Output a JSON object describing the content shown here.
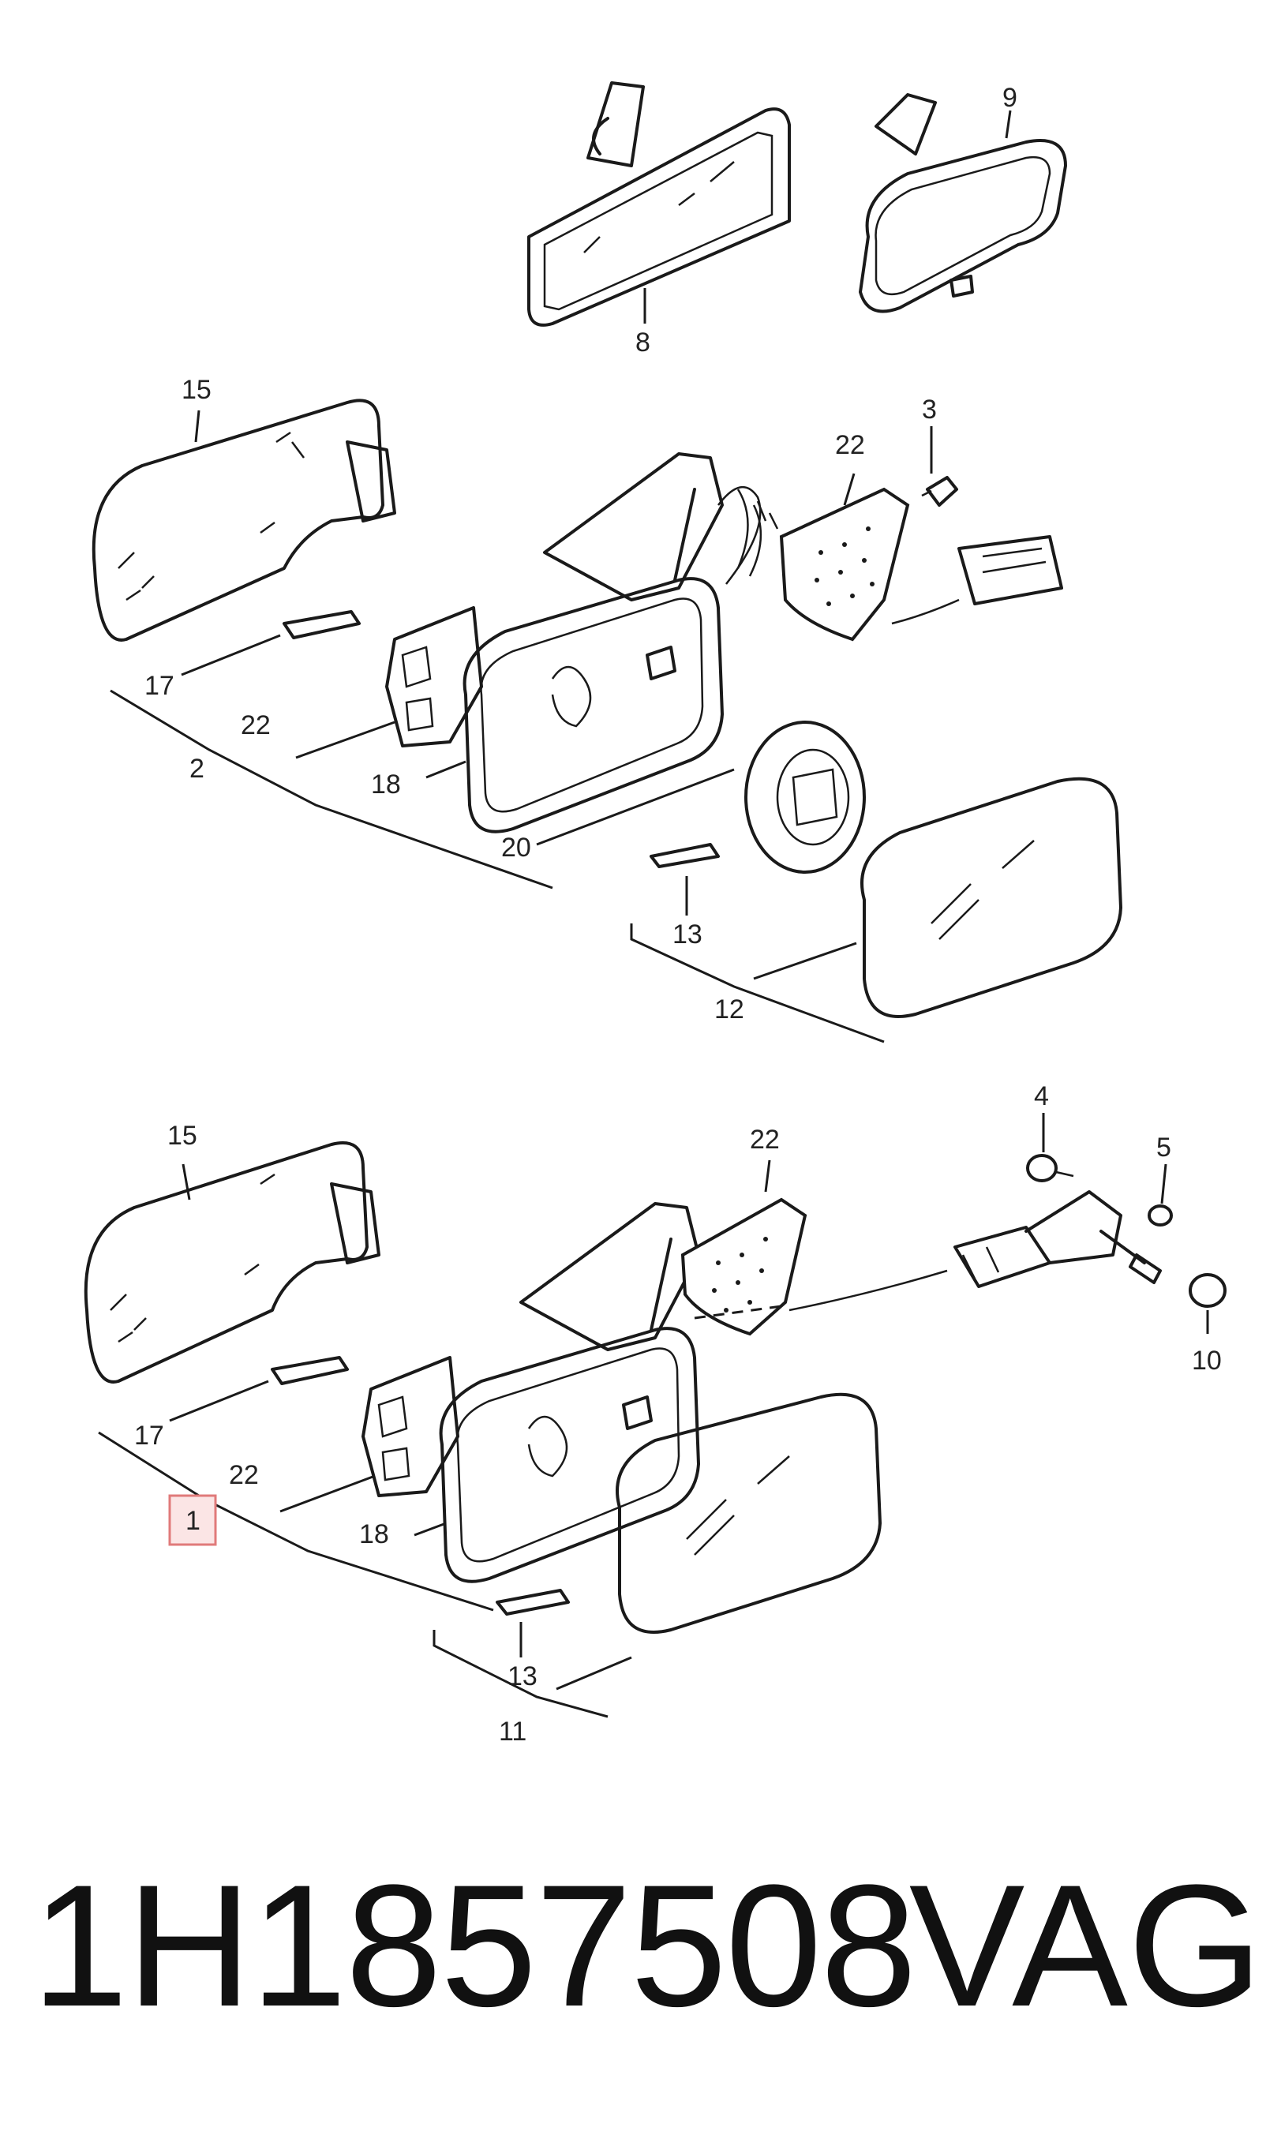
{
  "diagram": {
    "callouts": {
      "c8": "8",
      "c9": "9",
      "c15a": "15",
      "c3": "3",
      "c22a": "22",
      "c17a": "17",
      "c22b": "22",
      "c2": "2",
      "c18a": "18",
      "c20": "20",
      "c13a": "13",
      "c12": "12",
      "c15b": "15",
      "c22c": "22",
      "c4": "4",
      "c5": "5",
      "c10": "10",
      "c17b": "17",
      "c22d": "22",
      "c1": "1",
      "c18b": "18",
      "c13b": "13",
      "c11": "11"
    },
    "highlight_color": "#e07a7a"
  },
  "footer": {
    "part_number": "1H1857508",
    "brand": "VAG"
  }
}
